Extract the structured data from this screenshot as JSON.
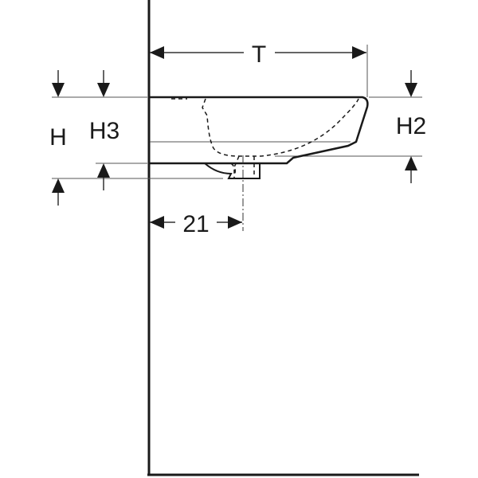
{
  "diagram": {
    "type": "technical-dimension-drawing",
    "subject": "wall-mounted washbasin side view",
    "labels": {
      "T": "T",
      "H": "H",
      "H3": "H3",
      "H2": "H2",
      "outlet_offset": "21"
    },
    "colors": {
      "line": "#1a1a1a",
      "thin_line": "#555555",
      "background": "#ffffff"
    }
  }
}
